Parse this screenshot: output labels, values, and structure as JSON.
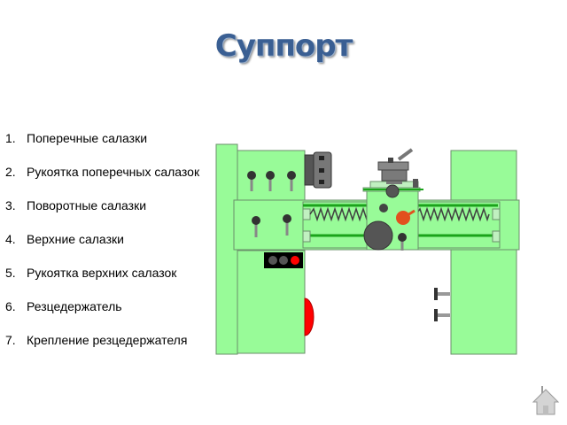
{
  "title": "Суппорт",
  "legend": [
    {
      "num": "1.",
      "text": "Поперечные салазки"
    },
    {
      "num": "2.",
      "text": "Рукоятка поперечных салазок"
    },
    {
      "num": "3.",
      "text": "Поворотные салазки"
    },
    {
      "num": "4.",
      "text": "Верхние салазки"
    },
    {
      "num": "5.",
      "text": "Рукоятка верхних салазок"
    },
    {
      "num": "6.",
      "text": "Резцедержатель"
    },
    {
      "num": "7.",
      "text": "Крепление резцедержателя"
    }
  ],
  "colors": {
    "machine_body": "#98fb98",
    "outline": "#6a8f6a",
    "rail": "#1aa31a",
    "dark_part": "#505050",
    "red_lamp": "#ff0000",
    "orange_handle": "#e2501e",
    "title": "#3a5f93"
  },
  "icons": {
    "home": "home-icon"
  }
}
